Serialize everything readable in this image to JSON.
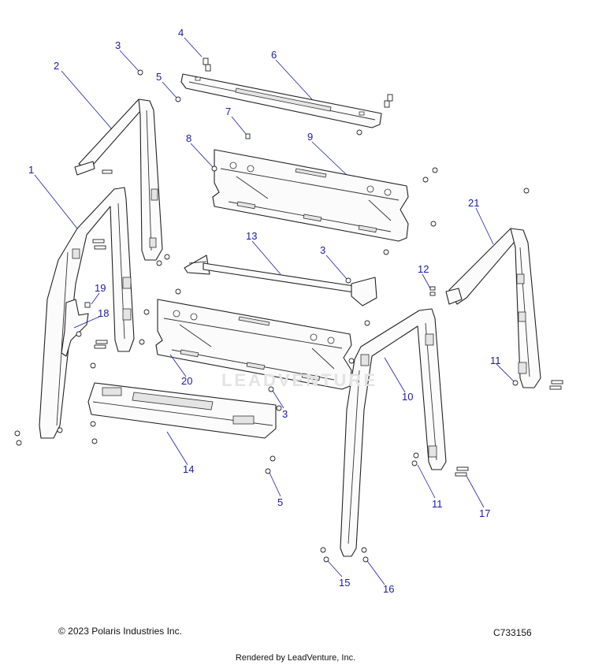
{
  "diagram": {
    "callouts": [
      "1",
      "2",
      "3",
      "3",
      "3",
      "4",
      "5",
      "5",
      "6",
      "7",
      "8",
      "9",
      "10",
      "11",
      "11",
      "12",
      "13",
      "14",
      "15",
      "16",
      "17",
      "18",
      "19",
      "20",
      "21"
    ]
  },
  "watermark": "LEADVENTURE",
  "footer": {
    "copyright": "© 2023 Polaris Industries Inc.",
    "code": "C733156",
    "rendered_by": "Rendered by LeadVenture, Inc."
  }
}
